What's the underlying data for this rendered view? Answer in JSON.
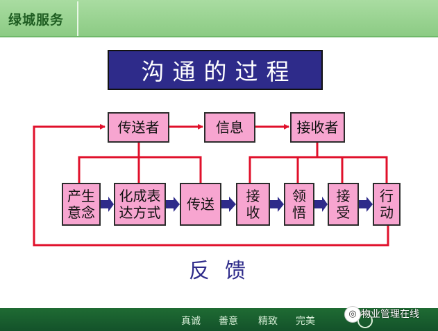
{
  "header": {
    "brand": "绿城服务"
  },
  "title": "沟通的过程",
  "top_row": {
    "sender": "传送者",
    "message": "信息",
    "receiver": "接收者"
  },
  "bottom_row": {
    "idea": "产生意念",
    "encode": "化成表达方式",
    "transmit": "传送",
    "receive": "接收",
    "understand": "领悟",
    "accept": "接受",
    "act": "行动"
  },
  "feedback": "反馈",
  "footer": {
    "motto": [
      "真诚",
      "善意",
      "精致",
      "完美"
    ]
  },
  "watermark": {
    "text": "物业管理在线"
  },
  "colors": {
    "box": "#f7a5d0",
    "line": "#e0102b",
    "title_bg": "#2e2b8a",
    "arrow": "#2e2b8a",
    "header": "#98d390",
    "footer": "#1a5f2f"
  }
}
